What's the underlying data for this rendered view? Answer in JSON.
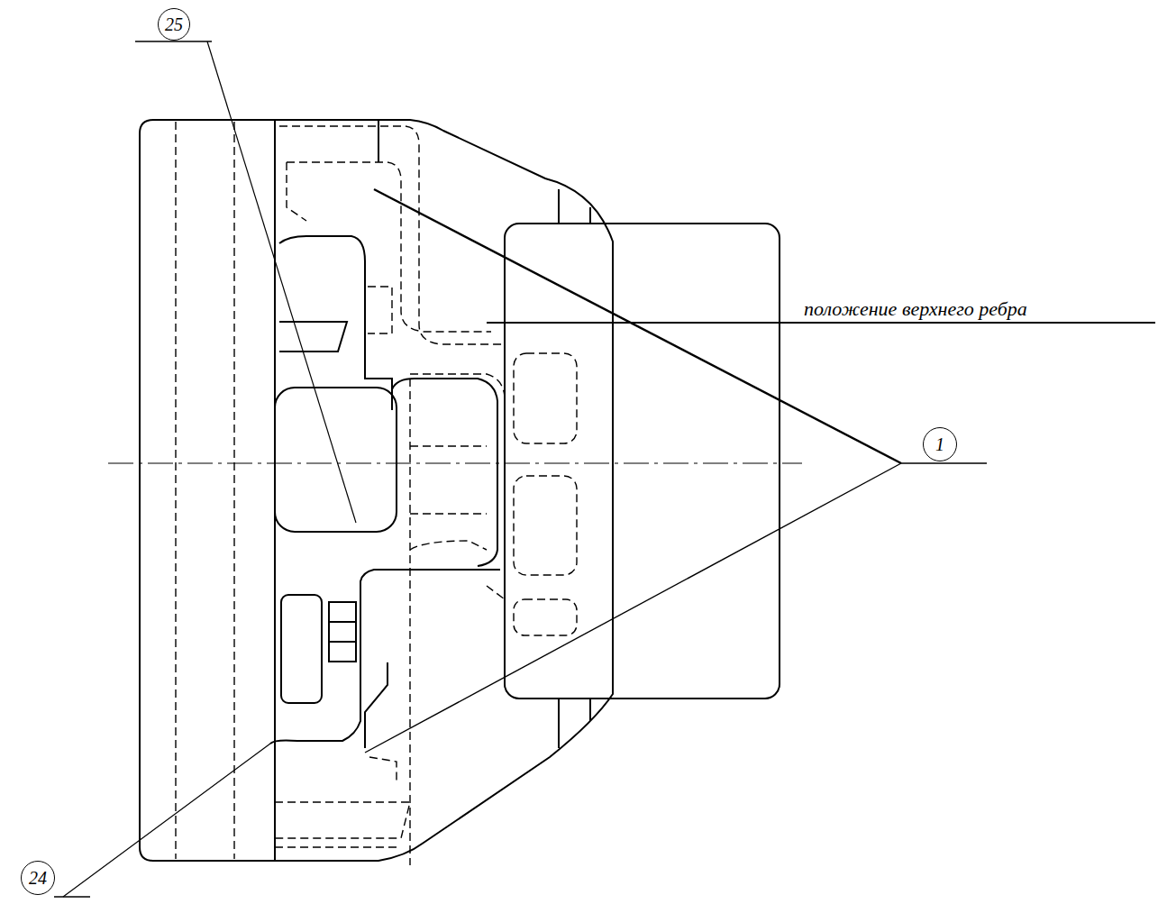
{
  "diagram": {
    "nodes": [
      {
        "text": [
          "25"
        ]
      },
      {
        "text": [
          "1"
        ]
      },
      {
        "text": [
          "24"
        ]
      }
    ],
    "labels": [
      "положение верхнего ребра"
    ]
  }
}
